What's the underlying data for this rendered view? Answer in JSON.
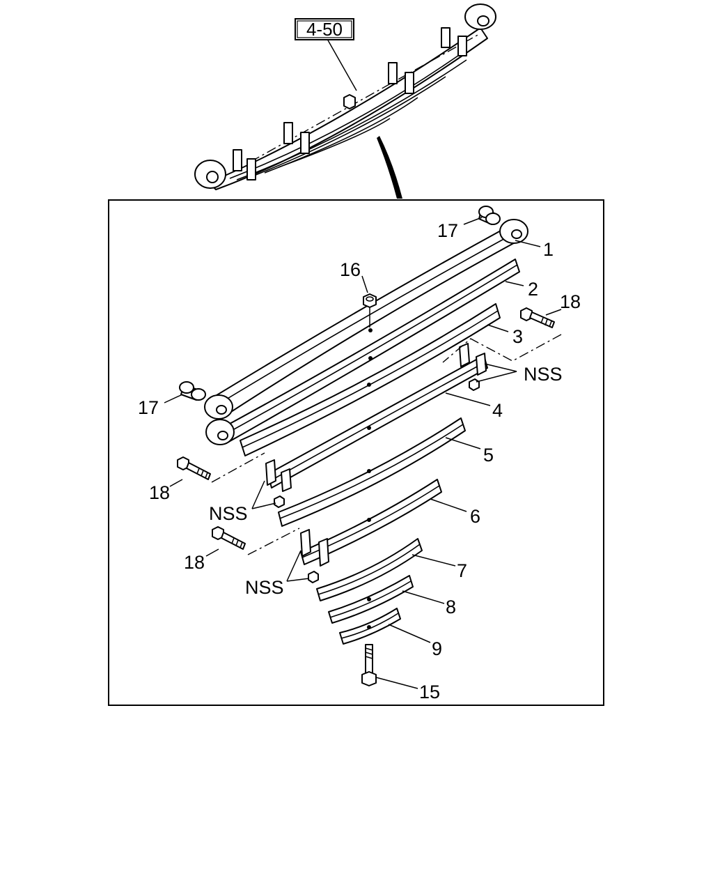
{
  "reference_box": {
    "label": "4-50"
  },
  "callouts": {
    "leaf_1": "1",
    "leaf_2": "2",
    "leaf_3": "3",
    "leaf_4": "4",
    "leaf_5": "5",
    "leaf_6": "6",
    "leaf_7": "7",
    "leaf_8": "8",
    "leaf_9": "9",
    "center_bolt": "15",
    "nut": "16",
    "bushing_front": "17",
    "bushing_rear": "17",
    "bolt_upper_right": "18",
    "bolt_left_upper": "18",
    "bolt_left_lower": "18",
    "nss_right": "NSS",
    "nss_left_upper": "NSS",
    "nss_left_lower": "NSS"
  }
}
